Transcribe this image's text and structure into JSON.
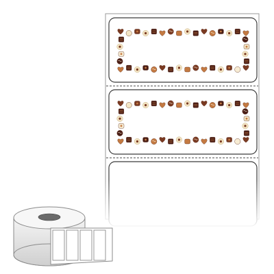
{
  "product": {
    "labels": [
      {
        "name": "chocolate-border-label",
        "design": "chocolate-border"
      },
      {
        "name": "chocolate-border-label",
        "design": "chocolate-border"
      },
      {
        "name": "blank-label",
        "design": "blank"
      }
    ],
    "colors": {
      "liner": "#ffffff",
      "liner_edge": "#9a9a9a",
      "label_edge": "#3a3a3a",
      "perforation": "#555555",
      "dark_chocolate": "#4a1e16",
      "milk_chocolate": "#7a3a22",
      "caramel": "#c47a42",
      "white_chocolate": "#f2e3c2",
      "cream": "#f7ecd4",
      "cocoa_dust": "#5c2c1c"
    },
    "illustrations": {
      "chocolates": "chocolate-pieces-illustration",
      "roll": "label-roll-illustration"
    }
  }
}
